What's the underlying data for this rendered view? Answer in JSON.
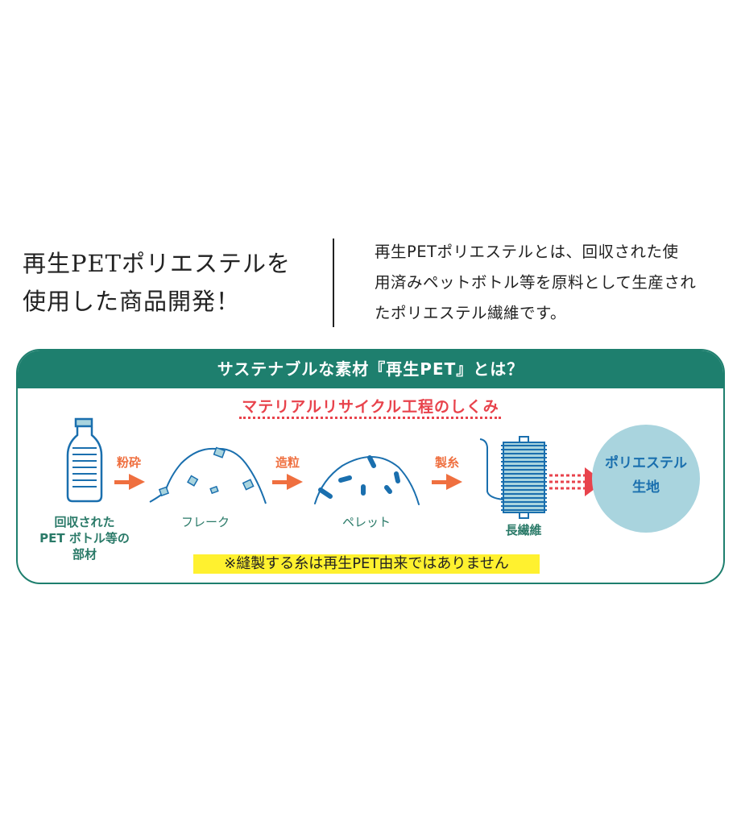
{
  "heading": {
    "line1": "再生PETポリエステルを",
    "line2": "使用した商品開発！"
  },
  "description": {
    "line1": "再生PETポリエステルとは、回収された使",
    "line2": "用済みペットボトル等を原料として生産され",
    "line3": "たポリエステル繊維です。"
  },
  "panel": {
    "title": "サステナブルな素材『再生PET』とは？",
    "subtitle": "マテリアルリサイクル工程のしくみ",
    "items": [
      {
        "label_lines": [
          "回収された",
          "PET ボトル等の",
          "部材"
        ],
        "icon": "bottle-icon"
      },
      {
        "step": "粉砕",
        "icon": "arrow-right-icon"
      },
      {
        "label": "フレーク",
        "icon": "flake-icon"
      },
      {
        "step": "造粒",
        "icon": "arrow-right-icon"
      },
      {
        "label": "ペレット",
        "icon": "pellet-icon"
      },
      {
        "step": "製糸",
        "icon": "arrow-right-icon"
      },
      {
        "label": "長繊維",
        "icon": "spool-icon"
      }
    ],
    "result": {
      "line1": "ポリエステル",
      "line2": "生地"
    },
    "note": "※縫製する糸は再生PET由来ではありません"
  },
  "colors": {
    "green": "#1e7f6e",
    "blue": "#1a6fae",
    "lightblue": "#a9d4de",
    "orange": "#ef6f3f",
    "red": "#e8434c",
    "yellow": "#fff12f"
  }
}
